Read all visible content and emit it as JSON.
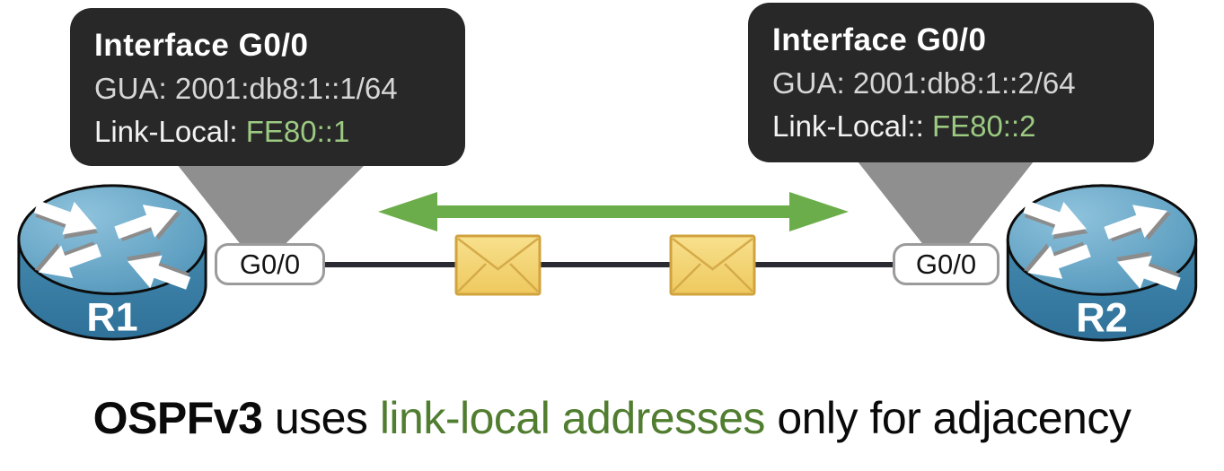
{
  "r1": {
    "name": "R1",
    "port_label": "G0/0",
    "tooltip": {
      "title": "Interface G0/0",
      "gua_line": "GUA: 2001:db8:1::1/64",
      "ll_label": "Link-Local: ",
      "ll_value": "FE80::1"
    }
  },
  "r2": {
    "name": "R2",
    "port_label": "G0/0",
    "tooltip": {
      "title": "Interface G0/0",
      "gua_line": "GUA: 2001:db8:1::2/64",
      "ll_label": "Link-Local:: ",
      "ll_value": "FE80::2"
    }
  },
  "caption": {
    "lead": "OSPFv3",
    "mid": " uses ",
    "highlight": "link-local addresses",
    "tail": " only for adjacency"
  },
  "colors": {
    "tooltip_bg": "#282828",
    "tooltip_title": "#ffffff",
    "tooltip_gua": "#d6d6d6",
    "link_local_green": "#9cca82",
    "caption_green": "#507d2f",
    "arrow_green": "#6cad4b",
    "funnel_gray": "#8f8f8f",
    "link_line": "#2a2a32",
    "router_blue": "#4a90b5",
    "envelope_fill": "#f2d57a",
    "envelope_border": "#d1a33e"
  }
}
